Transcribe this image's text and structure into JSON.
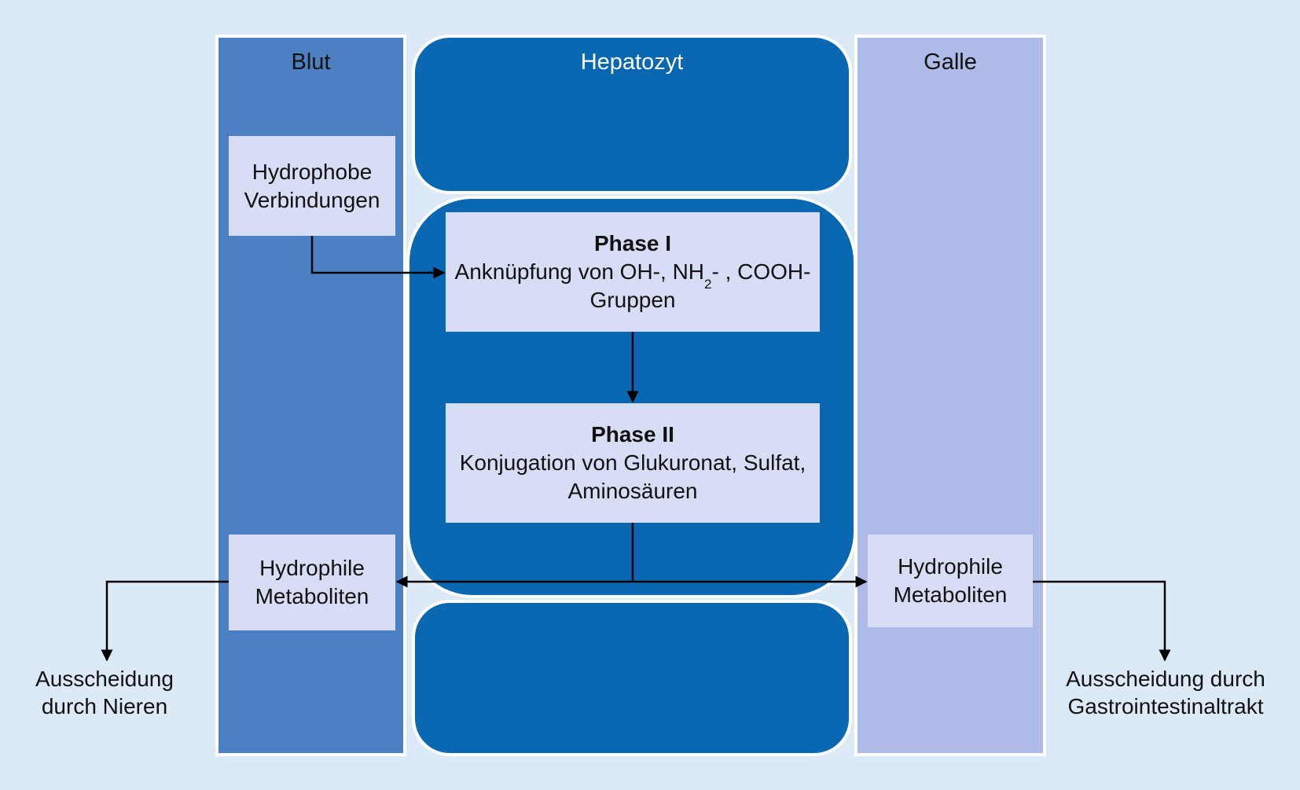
{
  "columns": {
    "blut": {
      "label": "Blut"
    },
    "hepatozyt": {
      "label": "Hepatozyt"
    },
    "galle": {
      "label": "Galle"
    }
  },
  "nodes": {
    "hydrophobe_verbindungen": {
      "text": "Hydrophobe Verbindungen"
    },
    "phase1": {
      "title": "Phase I",
      "body_pre": "Anknüpfung von OH-, NH",
      "body_sub": "2",
      "body_post": "- , COOH- Gruppen"
    },
    "phase2": {
      "title": "Phase II",
      "body": "Konjugation von Glukuronat, Sulfat, Aminosäuren"
    },
    "hydrophile_blut": {
      "text": "Hydrophile Metaboliten"
    },
    "hydrophile_galle": {
      "text": "Hydrophile Metaboliten"
    }
  },
  "outputs": {
    "nieren": {
      "text": "Ausscheidung durch Nieren"
    },
    "gastrointestinal": {
      "text": "Ausscheidung durch Gastrointestinaltrakt"
    }
  },
  "colors": {
    "background": "#dce9f7",
    "blood_column": "#4b80c3",
    "hepatocyte": "#0a67b1",
    "bile_column": "#aebbe6",
    "node_fill": "#d7ddf4",
    "hepatocyte_label_text": "#ffffff",
    "text": "#111111",
    "arrow": "#000000"
  }
}
